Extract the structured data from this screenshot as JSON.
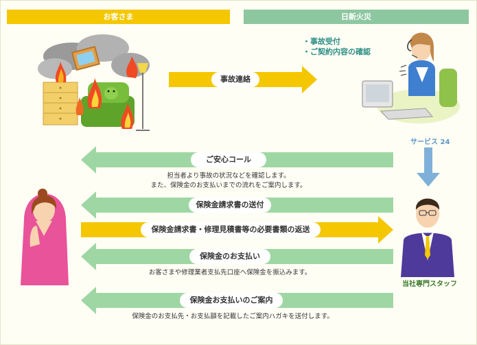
{
  "headers": {
    "customer": "お客さま",
    "company": "日新火災"
  },
  "reception": {
    "items": [
      "・事故受付",
      "・ご契約内容の確認"
    ]
  },
  "service24": "サービス 24",
  "staff_label": "当社専門スタッフ",
  "steps": [
    {
      "label": "事故連絡",
      "direction": "right",
      "color": "yellow"
    },
    {
      "label": "ご安心コール",
      "direction": "left",
      "color": "green",
      "note_lines": [
        "担当者より事故の状況などを確認します。",
        "また、保険金のお支払いまでの流れをご案内します。"
      ]
    },
    {
      "label": "保険金請求書の送付",
      "direction": "left",
      "color": "green"
    },
    {
      "label": "保険金請求書・修理見積書等の必要書類の返送",
      "direction": "right",
      "color": "yellow"
    },
    {
      "label": "保険金のお支払い",
      "direction": "left",
      "color": "green",
      "note_lines": [
        "お客さまや修理業者支払先口座へ保険金を振込みます。"
      ]
    },
    {
      "label": "保険金お支払いのご案内",
      "direction": "left",
      "color": "green",
      "note_lines": [
        "保険金のお支払先・お支払額を記載したご案内ハガキを送付します。"
      ]
    }
  ],
  "colors": {
    "yellow": "#f4c700",
    "green": "#9fd7a4",
    "header_company": "#8cc7a0",
    "teal": "#2d8f86",
    "blue": "#7fb0d9"
  }
}
